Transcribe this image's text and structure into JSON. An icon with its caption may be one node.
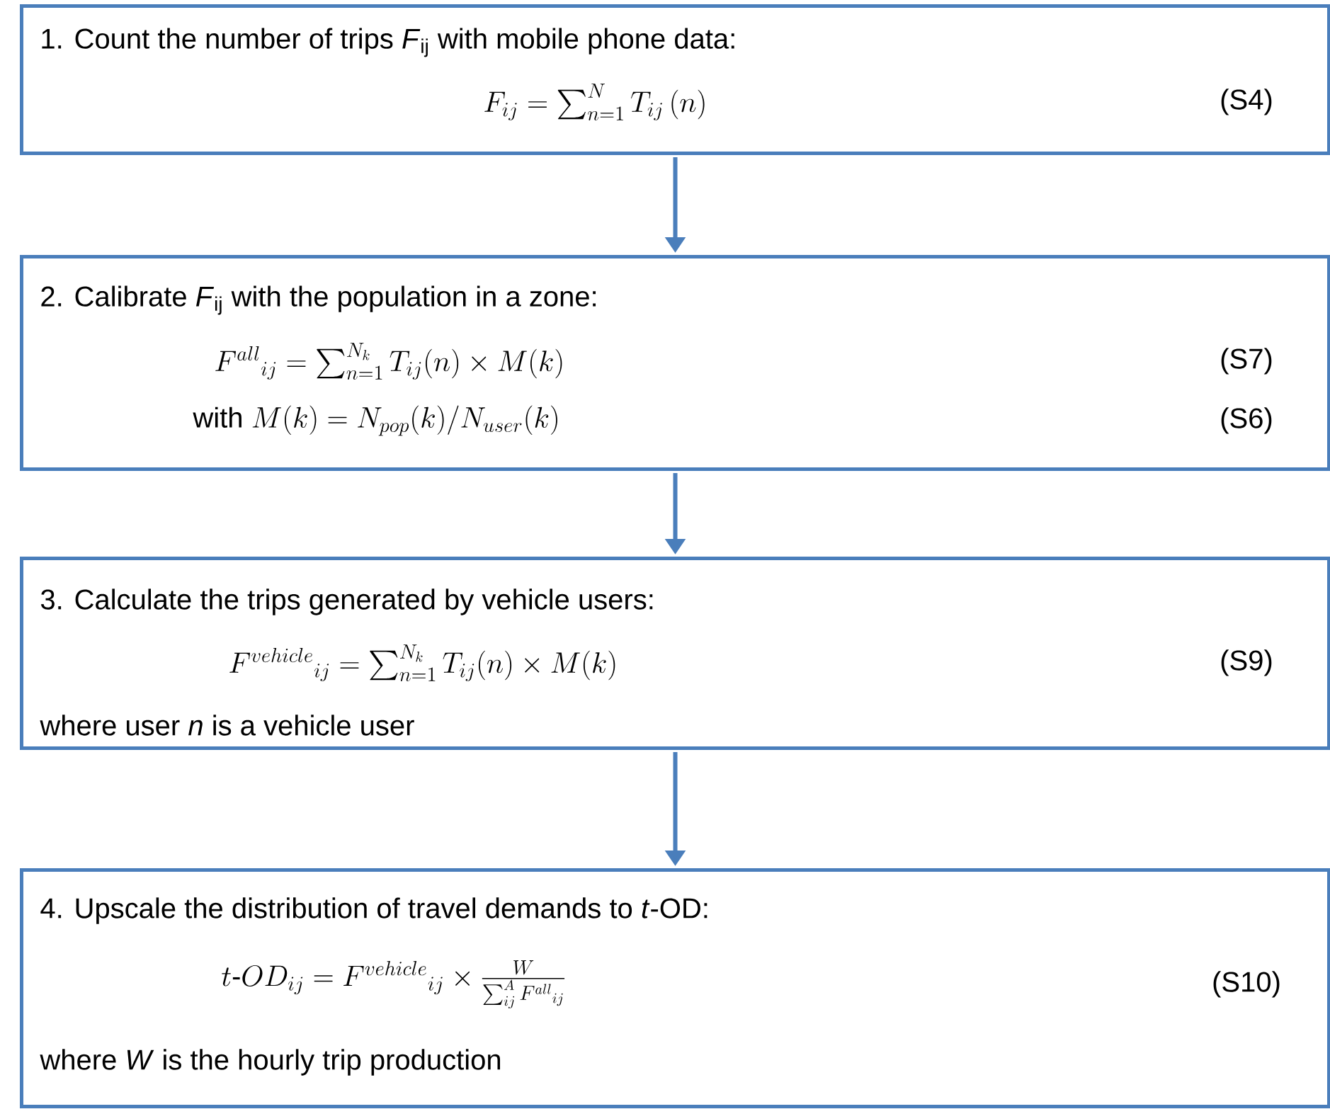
{
  "diagram": {
    "nodes": [
      {
        "text": [
          "1. Count the number of trips *F*$_{ij}$ with mobile phone data:",
          "F_{ij} = \\sum_{n=1}^{N} T_{ij}\\,(n)",
          "(S4)"
        ]
      },
      {
        "text": [
          "2. Calibrate *F*$_{ij}$ with the population in a zone:",
          "{F^{all}}_{ij} = \\sum_{n=1}^{N_k} T_{ij}(n) \\times M(k)",
          "(S7)",
          "\\text{with } M(k) = N_{pop}(k)/N_{user}(k)",
          "(S6)"
        ]
      },
      {
        "text": [
          "3. Calculate the trips generated by vehicle users:",
          "{F^{vehicle}}_{ij} = \\sum_{n=1}^{N_k} T_{ij}(n) \\times M(k)",
          "(S9)",
          "where user *n* is a vehicle user"
        ]
      },
      {
        "text": [
          "4. Upscale the distribution of travel demands to *t*-OD:",
          "t\\text{-}OD_{ij} = {F^{vehicle}}_{ij} \\times \\frac{W}{\\sum_{ij}^{A} {F^{all}}_{ij}}",
          "(S10)",
          "where *W* is the hourly trip production"
        ]
      }
    ],
    "edges": [
      {
        "from": 0,
        "to": 1,
        "arrow": "to"
      },
      {
        "from": 1,
        "to": 2,
        "arrow": "to"
      },
      {
        "from": 2,
        "to": 3,
        "arrow": "to"
      }
    ]
  }
}
